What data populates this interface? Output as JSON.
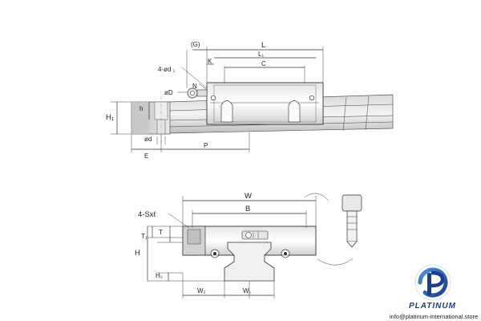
{
  "top_view": {
    "labels": {
      "G": "(G)",
      "L": "L",
      "L1": "L₁",
      "C": "C",
      "K": "K",
      "hole": "4-ød ₁",
      "N": "N",
      "phiD": "øD",
      "h": "h",
      "H1": "H₁",
      "phid": "ød",
      "E": "E",
      "P": "P"
    }
  },
  "end_view": {
    "labels": {
      "screw": "4-Sxℓ",
      "W": "W",
      "B": "B",
      "T1": "T₁",
      "T": "T",
      "H": "H",
      "H2": "H₂",
      "W2": "W₂",
      "W1": "W₁"
    }
  },
  "brand": {
    "name": "PLATINUM",
    "email": "info@platinum-international.store",
    "colors": {
      "primary": "#1b3f8f",
      "accent": "#4a90d9"
    }
  }
}
